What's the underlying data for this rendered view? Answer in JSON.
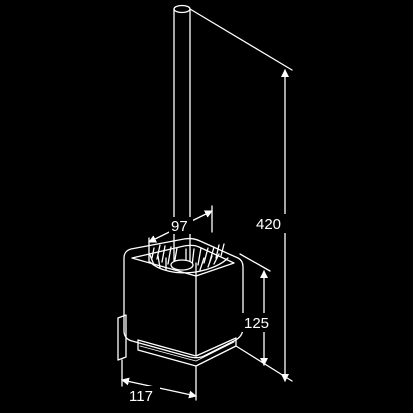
{
  "drawing": {
    "background": "#000000",
    "stroke": "#ffffff",
    "dimensions": {
      "height_total": "420",
      "container_height": "125",
      "brush_diameter": "97",
      "base_width": "117"
    }
  }
}
